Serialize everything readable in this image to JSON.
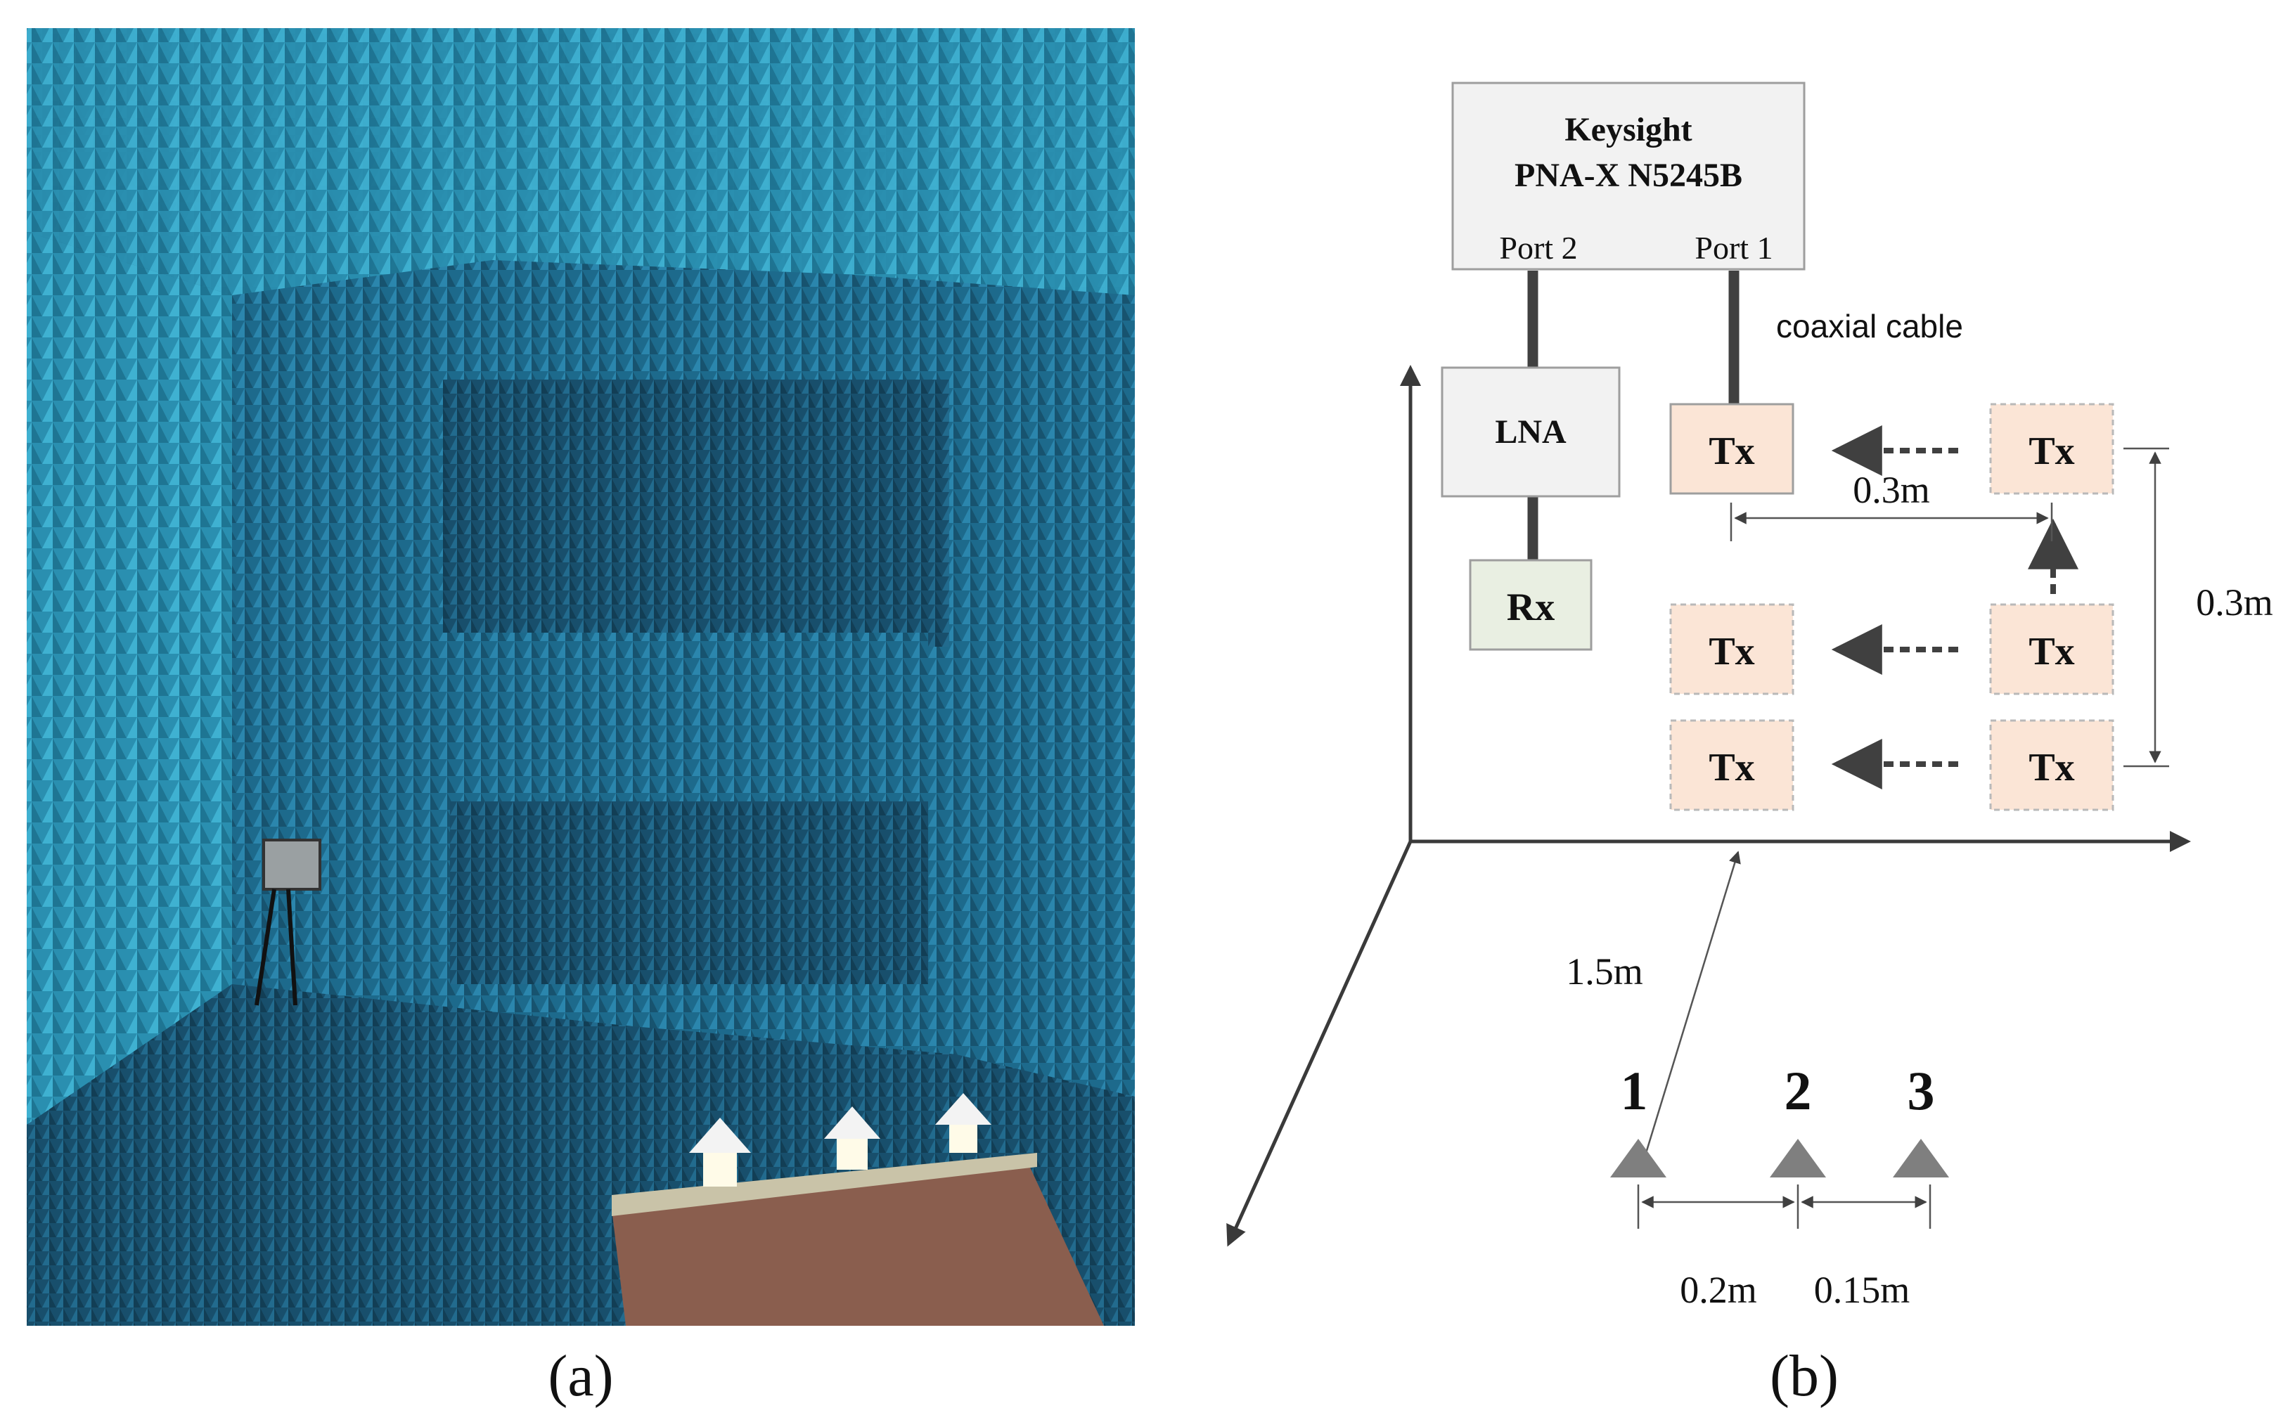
{
  "panel_a": {
    "caption": "(a)"
  },
  "panel_b": {
    "caption": "(b)",
    "instrument": {
      "line1": "Keysight",
      "line2": "PNA-X N5245B",
      "port2": "Port 2",
      "port1": "Port 1"
    },
    "cable_label": "coaxial cable",
    "lna_label": "LNA",
    "rx_label": "Rx",
    "tx_label": "Tx",
    "dims": {
      "tx_spacing_horizontal": "0.3m",
      "tx_spacing_vertical": "0.3m",
      "distance_to_targets": "1.5m",
      "target_gap_1_2": "0.2m",
      "target_gap_2_3": "0.15m"
    },
    "targets": [
      "1",
      "2",
      "3"
    ],
    "colors": {
      "box_gray": "#f2f2f2",
      "rx_fill": "#e9efe2",
      "tx_fill": "#fbe5d6",
      "target_fill": "#7f7f7f",
      "cable": "#404040"
    }
  }
}
